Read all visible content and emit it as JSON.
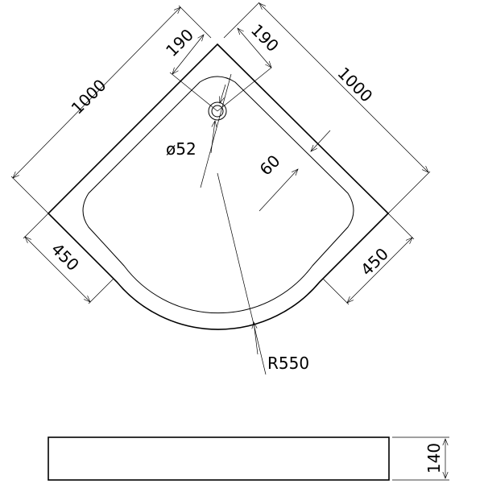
{
  "drawing": {
    "labels": {
      "side_left": "1000",
      "side_right": "1000",
      "drain_offset_left": "190",
      "drain_offset_right": "190",
      "drain_diameter": "ø52",
      "rim_width": "60",
      "straight_left": "450",
      "straight_right": "450",
      "radius": "R550",
      "height": "140"
    },
    "line_color": "#000000",
    "background": "#ffffff"
  }
}
